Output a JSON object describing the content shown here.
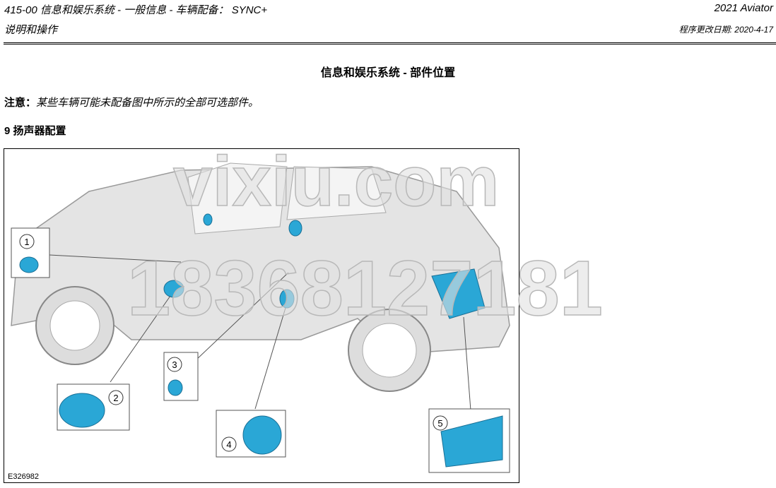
{
  "header": {
    "section": "415-00 信息和娱乐系统 - 一般信息 - 车辆配备： SYNC+",
    "subsection": "说明和操作",
    "vehicle": "2021 Aviator",
    "revision": "程序更改日期: 2020-4-17"
  },
  "title": "信息和娱乐系统 - 部件位置",
  "note": {
    "label": "注意：",
    "text": "某些车辆可能未配备图中所示的全部可选部件。"
  },
  "section_title": "9 扬声器配置",
  "figure": {
    "caption": "E326982",
    "callouts": [
      "1",
      "2",
      "3",
      "4",
      "5"
    ],
    "accent": "#2aa7d6"
  },
  "watermark": {
    "line1": "vixiu.com",
    "line2": "18368127181"
  }
}
